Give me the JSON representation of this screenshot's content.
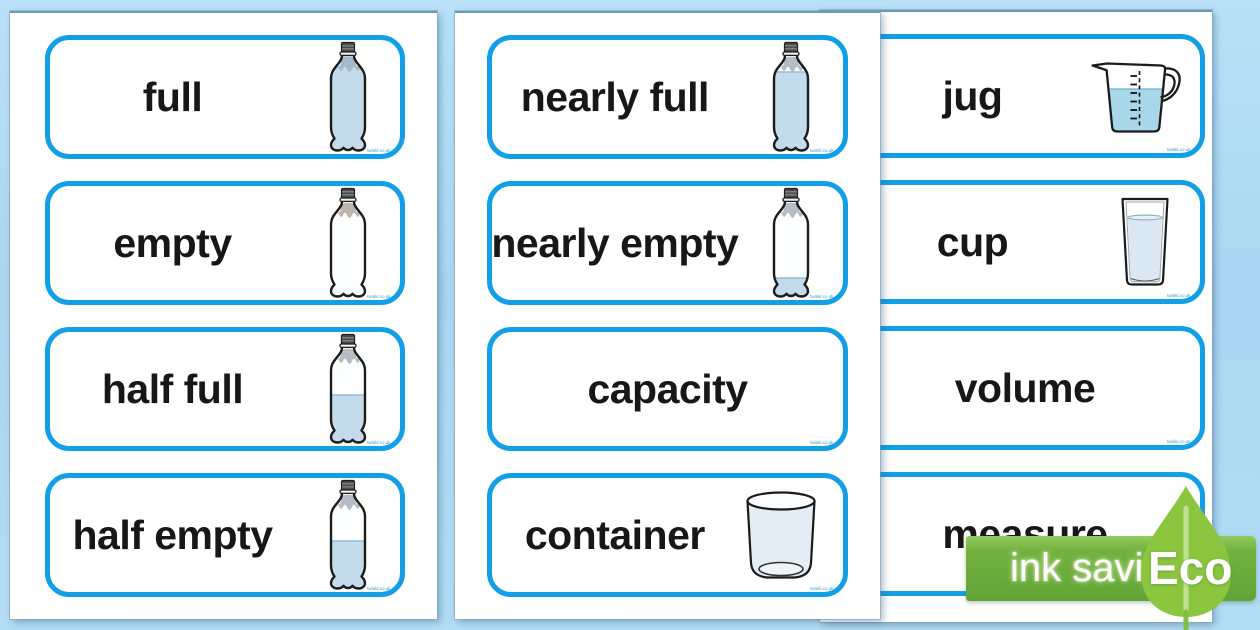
{
  "pages": [
    {
      "name": "page-1",
      "cards": [
        {
          "label": "full",
          "icon": "bottle",
          "water_level": "full"
        },
        {
          "label": "empty",
          "icon": "bottle",
          "water_level": "empty"
        },
        {
          "label": "half full",
          "icon": "bottle",
          "water_level": "half"
        },
        {
          "label": "half empty",
          "icon": "bottle",
          "water_level": "half"
        }
      ]
    },
    {
      "name": "page-2",
      "cards": [
        {
          "label": "nearly full",
          "icon": "bottle",
          "water_level": "nearly-full"
        },
        {
          "label": "nearly empty",
          "icon": "bottle",
          "water_level": "nearly-empty"
        },
        {
          "label": "capacity",
          "icon": "none"
        },
        {
          "label": "container",
          "icon": "container"
        }
      ]
    },
    {
      "name": "page-3",
      "cards": [
        {
          "label": "jug",
          "icon": "jug"
        },
        {
          "label": "cup",
          "icon": "cup"
        },
        {
          "label": "volume",
          "icon": "none"
        },
        {
          "label": "measure",
          "icon": "none"
        }
      ]
    }
  ],
  "watermark": "twinkl.co.uk",
  "eco_badge": {
    "label": "ink saving",
    "eco": "Eco"
  },
  "colors": {
    "background": "#abd6f1",
    "card_border": "#119fe8",
    "bottle_water": "#c3dbeb",
    "jug_water": "#a9d7ea",
    "cup_water": "#dbe7f1",
    "container_fill": "#e3edf4",
    "banner_green": "#61a436",
    "leaf_green": "#8cc63f",
    "text": "#171717"
  }
}
